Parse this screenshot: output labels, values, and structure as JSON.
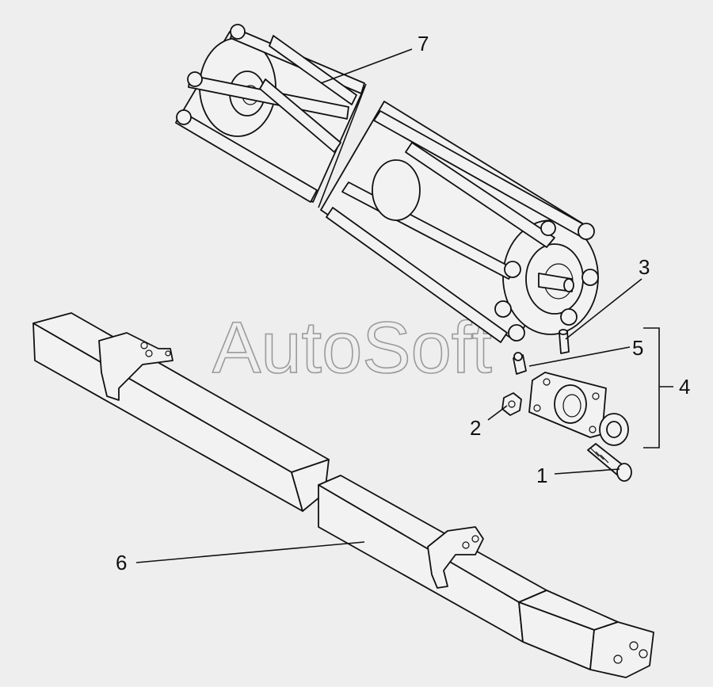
{
  "watermark": "AutoSoft",
  "callouts": {
    "c1": "1",
    "c2": "2",
    "c3": "3",
    "c4": "4",
    "c5": "5",
    "c6": "6",
    "c7": "7"
  }
}
